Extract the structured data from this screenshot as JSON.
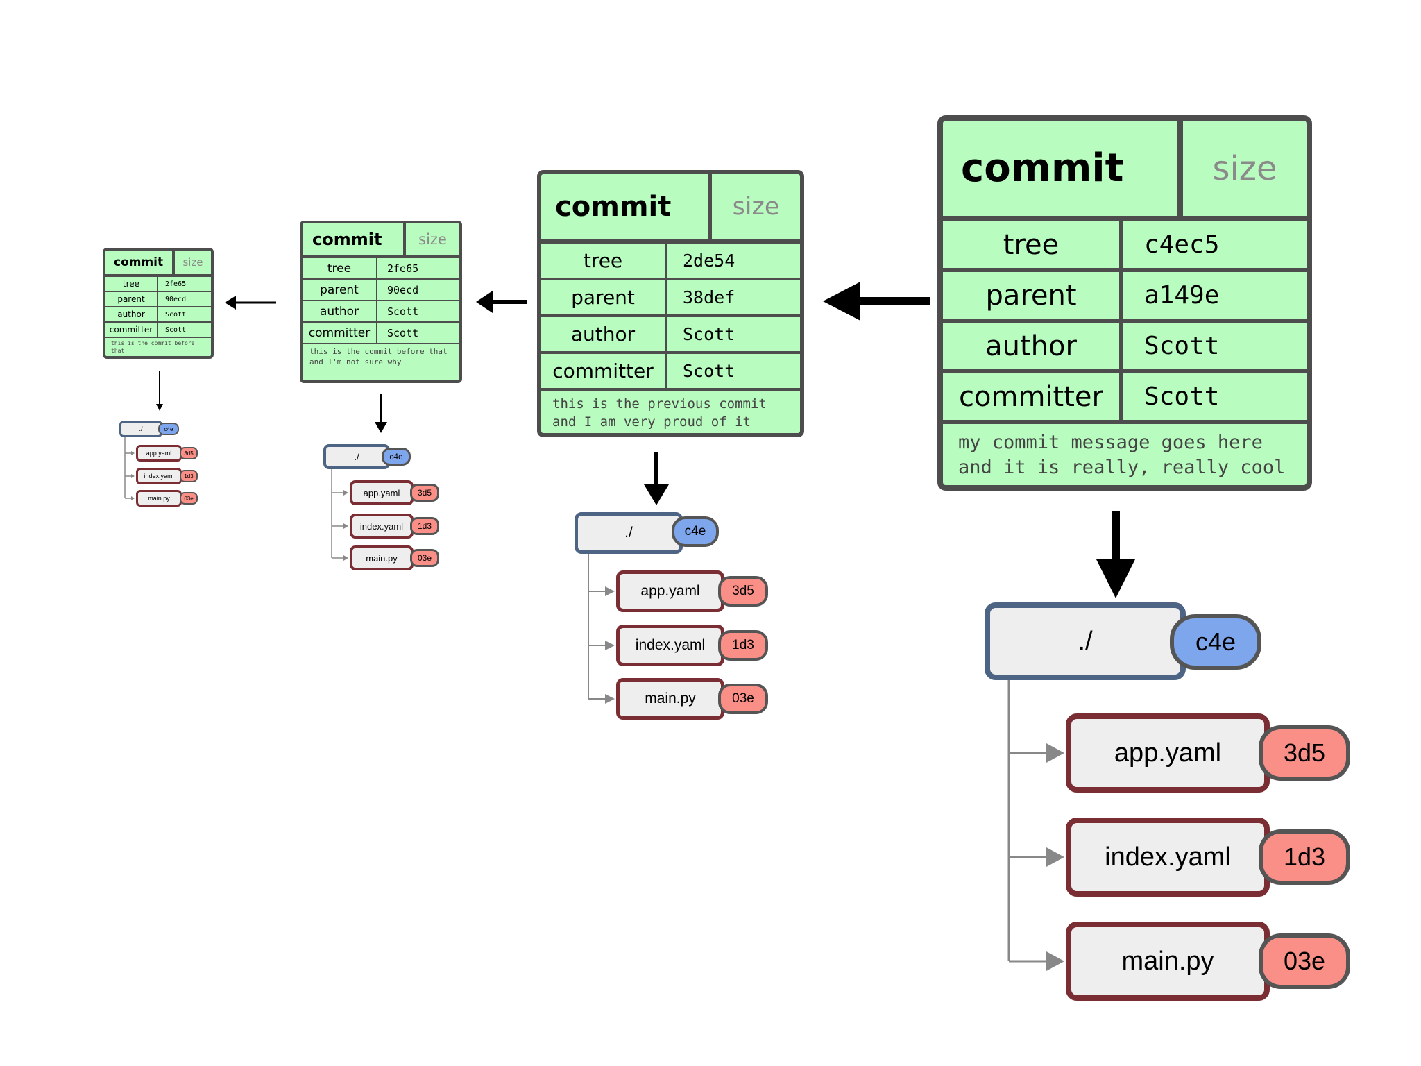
{
  "commits": [
    {
      "label": "commit",
      "size_label": "size",
      "rows": [
        {
          "key": "tree",
          "value": "2fe65"
        },
        {
          "key": "parent",
          "value": "90ecd"
        },
        {
          "key": "author",
          "value": "Scott"
        },
        {
          "key": "committer",
          "value": "Scott"
        }
      ],
      "message": "this is the commit before that\nand I'm not sure why",
      "tree": {
        "dir": "./",
        "dir_hash": "c4e",
        "files": [
          {
            "name": "app.yaml",
            "hash": "3d5"
          },
          {
            "name": "index.yaml",
            "hash": "1d3"
          },
          {
            "name": "main.py",
            "hash": "03e"
          }
        ]
      }
    },
    {
      "label": "commit",
      "size_label": "size",
      "rows": [
        {
          "key": "tree",
          "value": "2fe65"
        },
        {
          "key": "parent",
          "value": "90ecd"
        },
        {
          "key": "author",
          "value": "Scott"
        },
        {
          "key": "committer",
          "value": "Scott"
        }
      ],
      "message": "this is the commit before that\nand I'm not sure why",
      "tree": {
        "dir": "./",
        "dir_hash": "c4e",
        "files": [
          {
            "name": "app.yaml",
            "hash": "3d5"
          },
          {
            "name": "index.yaml",
            "hash": "1d3"
          },
          {
            "name": "main.py",
            "hash": "03e"
          }
        ]
      }
    },
    {
      "label": "commit",
      "size_label": "size",
      "rows": [
        {
          "key": "tree",
          "value": "2de54"
        },
        {
          "key": "parent",
          "value": "38def"
        },
        {
          "key": "author",
          "value": "Scott"
        },
        {
          "key": "committer",
          "value": "Scott"
        }
      ],
      "message": "this is the previous commit\nand I am very proud of it",
      "tree": {
        "dir": "./",
        "dir_hash": "c4e",
        "files": [
          {
            "name": "app.yaml",
            "hash": "3d5"
          },
          {
            "name": "index.yaml",
            "hash": "1d3"
          },
          {
            "name": "main.py",
            "hash": "03e"
          }
        ]
      }
    },
    {
      "label": "commit",
      "size_label": "size",
      "rows": [
        {
          "key": "tree",
          "value": "c4ec5"
        },
        {
          "key": "parent",
          "value": "a149e"
        },
        {
          "key": "author",
          "value": "Scott"
        },
        {
          "key": "committer",
          "value": "Scott"
        }
      ],
      "message": "my commit message goes here\nand it is really, really cool",
      "tree": {
        "dir": "./",
        "dir_hash": "c4e",
        "files": [
          {
            "name": "app.yaml",
            "hash": "3d5"
          },
          {
            "name": "index.yaml",
            "hash": "1d3"
          },
          {
            "name": "main.py",
            "hash": "03e"
          }
        ]
      }
    }
  ],
  "colors": {
    "commit_fill": "#b9fcc0",
    "border": "#4d4d4d",
    "dir_hash_fill": "#7ea6ec",
    "file_hash_fill": "#fa8f87",
    "box_fill": "#eeeeee"
  }
}
